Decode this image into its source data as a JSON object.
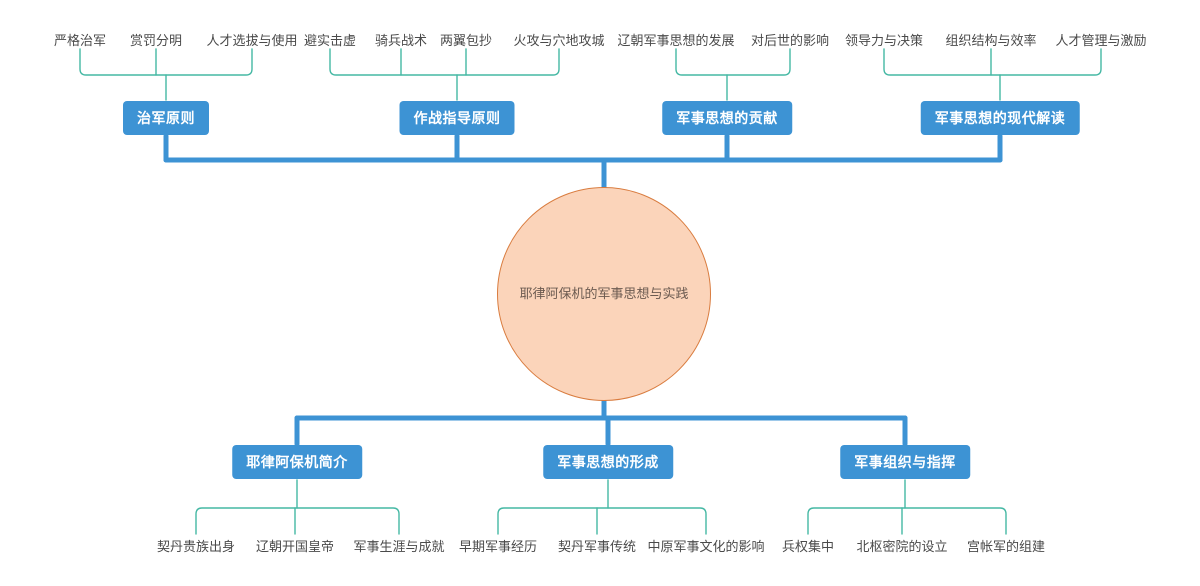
{
  "diagram": {
    "type": "mind-map",
    "title": "耶律阿保机的军事思想与实践",
    "colors": {
      "root_fill": "#fbd4ba",
      "root_stroke": "#d97c3f",
      "root_text": "#6b5a50",
      "branch_fill": "#3d93d4",
      "branch_text": "#ffffff",
      "trunk_edge": "#3d93d4",
      "leaf_edge": "#45b8a4",
      "leaf_text": "#4a4a4a",
      "background": "#ffffff"
    }
  },
  "root": {
    "label": "耶律阿保机的军事思想与实践"
  },
  "branches": {
    "top": [
      {
        "label": "治军原则",
        "leaves": [
          {
            "label": "严格治军"
          },
          {
            "label": "赏罚分明"
          },
          {
            "label": "人才选拔与使用"
          }
        ]
      },
      {
        "label": "作战指导原则",
        "leaves": [
          {
            "label": "避实击虚"
          },
          {
            "label": "骑兵战术"
          },
          {
            "label": "两翼包抄"
          },
          {
            "label": "火攻与穴地攻城"
          }
        ]
      },
      {
        "label": "军事思想的贡献",
        "leaves": [
          {
            "label": "辽朝军事思想的发展"
          },
          {
            "label": "对后世的影响"
          }
        ]
      },
      {
        "label": "军事思想的现代解读",
        "leaves": [
          {
            "label": "领导力与决策"
          },
          {
            "label": "组织结构与效率"
          },
          {
            "label": "人才管理与激励"
          }
        ]
      }
    ],
    "bottom": [
      {
        "label": "耶律阿保机简介",
        "leaves": [
          {
            "label": "契丹贵族出身"
          },
          {
            "label": "辽朝开国皇帝"
          },
          {
            "label": "军事生涯与成就"
          }
        ]
      },
      {
        "label": "军事思想的形成",
        "leaves": [
          {
            "label": "早期军事经历"
          },
          {
            "label": "契丹军事传统"
          },
          {
            "label": "中原军事文化的影响"
          }
        ]
      },
      {
        "label": "军事组织与指挥",
        "leaves": [
          {
            "label": "兵权集中"
          },
          {
            "label": "北枢密院的设立"
          },
          {
            "label": "宫帐军的组建"
          }
        ]
      }
    ]
  }
}
